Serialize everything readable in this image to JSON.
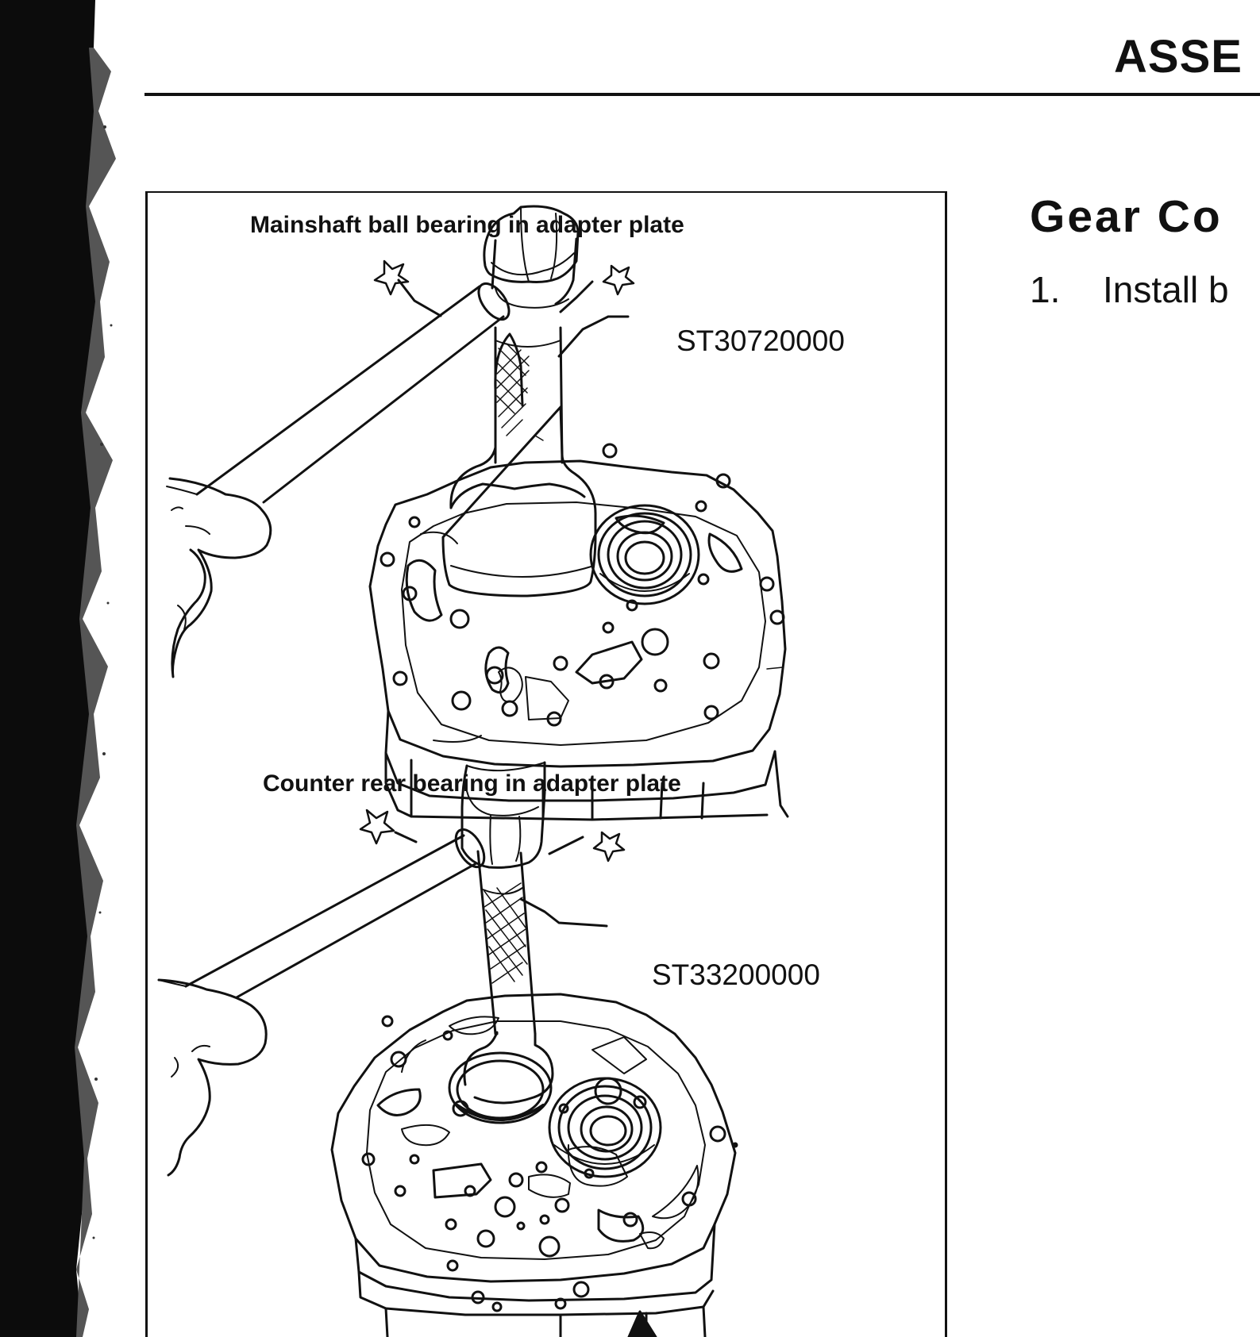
{
  "header": {
    "section_title": "ASSE"
  },
  "figure": {
    "top_caption": "Mainshaft ball bearing in adapter plate",
    "top_tool": "ST30720000",
    "bottom_caption": "Counter rear bearing in adapter plate",
    "bottom_tool": "ST33200000"
  },
  "text": {
    "subheading": "Gear Co",
    "step_number": "1.",
    "step_text": "Install b"
  }
}
